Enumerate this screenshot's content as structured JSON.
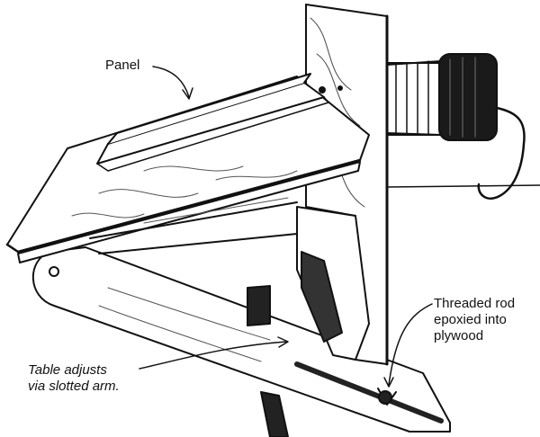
{
  "labels": {
    "panel": "Panel",
    "rod_line1": "Threaded rod",
    "rod_line2": "epoxied into",
    "rod_line3": "plywood",
    "table_line1": "Table adjusts",
    "table_line2": "via slotted arm."
  },
  "colors": {
    "ink": "#111111",
    "paper": "#ffffff",
    "shade": "#222222"
  }
}
